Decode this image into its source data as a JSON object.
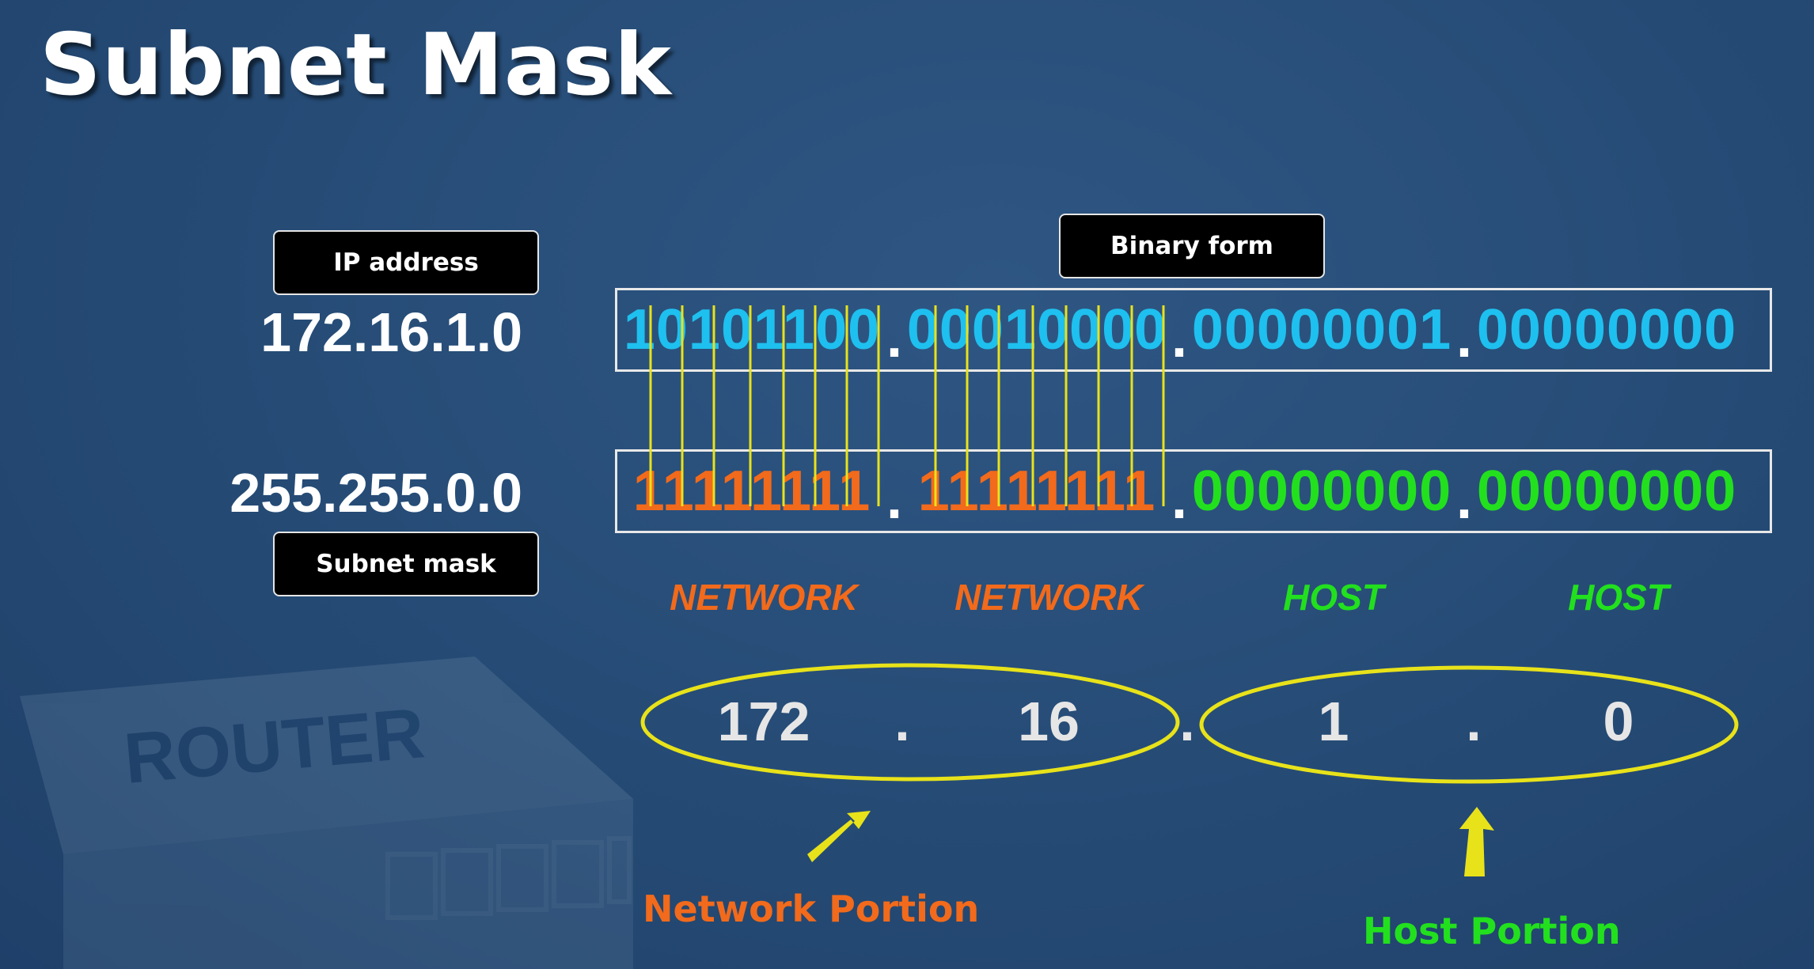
{
  "title": "Subnet Mask",
  "labels": {
    "ip_address": "IP address",
    "binary_form": "Binary form",
    "subnet_mask": "Subnet mask"
  },
  "ip_address": "172.16.1.0",
  "subnet_mask": "255.255.0.0",
  "ip_binary": [
    "10101100",
    "00010000",
    "00000001",
    "00000000"
  ],
  "mask_binary": [
    "11111111",
    "11111111",
    "00000000",
    "00000000"
  ],
  "portions": [
    "NETWORK",
    "NETWORK",
    "HOST",
    "HOST"
  ],
  "octets": [
    "172",
    "16",
    "1",
    "0"
  ],
  "captions": {
    "network": "Network Portion",
    "host": "Host Portion"
  },
  "background_device_text": "ROUTER",
  "colors": {
    "ip_binary": "#1ec0ef",
    "network": "#f26a1b",
    "host": "#22e01e",
    "highlight": "#e8e21a"
  }
}
